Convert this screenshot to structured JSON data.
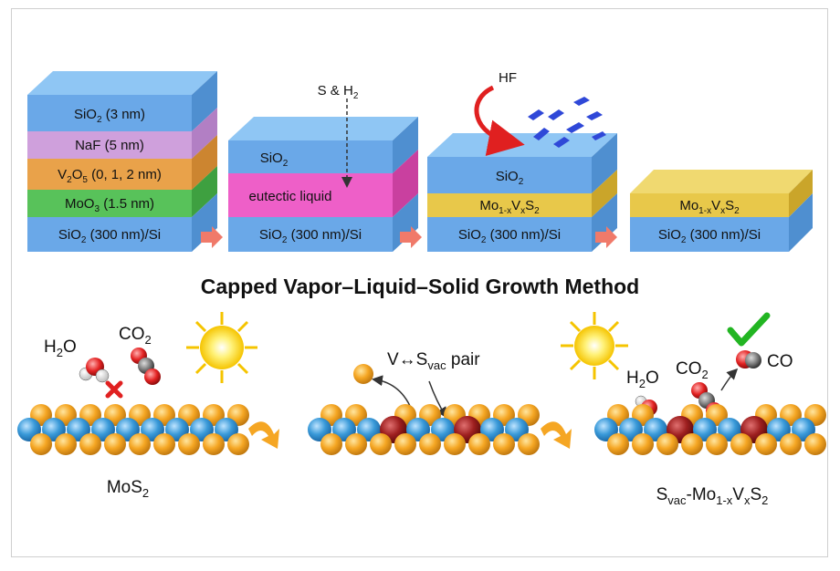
{
  "stacks": {
    "stack1": {
      "sio2_top": {
        "base": "SiO",
        "sub": "2",
        "rest": " (3 nm)"
      },
      "naf": "NaF (5 nm)",
      "v2o5": {
        "a": "V",
        "sub1": "2",
        "b": "O",
        "sub2": "5",
        "rest": " (0, 1, 2 nm)"
      },
      "moo3": {
        "base": "MoO",
        "sub": "3",
        "rest": " (1.5 nm)"
      },
      "substrate": {
        "base": "SiO",
        "sub": "2",
        "rest": " (300 nm)/Si"
      }
    },
    "stack2": {
      "sio2": {
        "base": "SiO",
        "sub": "2"
      },
      "eutectic": "eutectic liquid",
      "gas": {
        "base": "S & H",
        "sub": "2"
      },
      "substrate": {
        "base": "SiO",
        "sub": "2",
        "rest": " (300 nm)/Si"
      }
    },
    "stack3": {
      "etchant": "HF",
      "sio2": {
        "base": "SiO",
        "sub": "2"
      },
      "film": {
        "a": "Mo",
        "sub1": "1-x",
        "b": "V",
        "sub2": "x",
        "c": "S",
        "sub3": "2"
      },
      "substrate": {
        "base": "SiO",
        "sub": "2",
        "rest": " (300 nm)/Si"
      }
    },
    "stack4": {
      "film": {
        "a": "Mo",
        "sub1": "1-x",
        "b": "V",
        "sub2": "x",
        "c": "S",
        "sub3": "2"
      },
      "substrate": {
        "base": "SiO",
        "sub": "2",
        "rest": " (300 nm)/Si"
      }
    }
  },
  "title": "Capped Vapor–Liquid–Solid Growth Method",
  "bottom": {
    "panel1": {
      "caption": {
        "base": "MoS",
        "sub": "2"
      },
      "h2o": {
        "a": "H",
        "sub": "2",
        "b": "O"
      },
      "co2": {
        "a": "CO",
        "sub": "2"
      }
    },
    "panel2": {
      "pair": {
        "a": "V↔S",
        "sub": "vac",
        "b": " pair"
      }
    },
    "panel3": {
      "caption": {
        "a": "S",
        "sub1": "vac",
        "b": "-Mo",
        "sub2": "1-x",
        "c": "V",
        "sub3": "x",
        "d": "S",
        "sub4": "2"
      },
      "h2o": {
        "a": "H",
        "sub": "2",
        "b": "O"
      },
      "co2": {
        "a": "CO",
        "sub": "2"
      },
      "co": "CO"
    }
  },
  "colors": {
    "sio2": "#6aa8e8",
    "naf": "#cfa0dc",
    "v2o5": "#e9a24a",
    "moo3": "#58c25a",
    "eutectic": "#ee5fc8",
    "film": "#e8c84a",
    "arrow": "#f07a6a",
    "s_atom": "#f5a623",
    "mo_atom": "#3a9ad9",
    "v_atom": "#9e1f1f"
  }
}
